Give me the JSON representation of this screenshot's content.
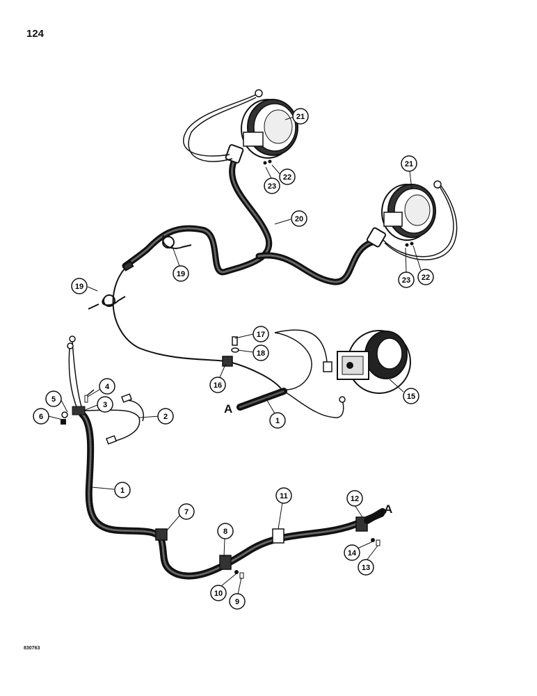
{
  "page_number": "124",
  "drawing_code": "830763",
  "connector_letters": [
    "A",
    "A"
  ],
  "callouts": [
    "21",
    "22",
    "23",
    "21",
    "23",
    "22",
    "20",
    "19",
    "19",
    "17",
    "18",
    "16",
    "15",
    "1",
    "4",
    "5",
    "3",
    "6",
    "2",
    "1",
    "7",
    "11",
    "12",
    "8",
    "14",
    "13",
    "10",
    "9"
  ]
}
